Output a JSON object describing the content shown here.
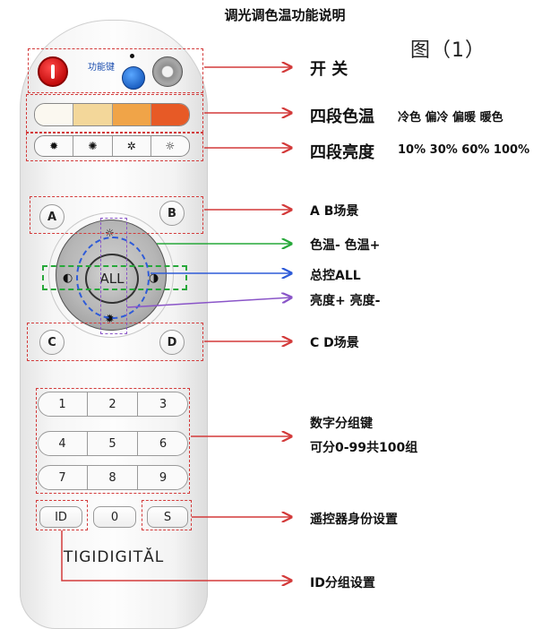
{
  "title": "调光调色温功能说明",
  "figure_label": "图（1）",
  "remote": {
    "function_key_label": "功能键",
    "brand": "TIGIDIGITĂL",
    "btn_A": "A",
    "btn_B": "B",
    "btn_C": "C",
    "btn_D": "D",
    "center": "ALL",
    "num_keys": [
      "1",
      "2",
      "3",
      "4",
      "5",
      "6",
      "7",
      "8",
      "9"
    ],
    "id_key": "ID",
    "zero_key": "0",
    "s_key": "S",
    "color_swatches": [
      "#fbf8f0",
      "#f3d79a",
      "#f0a448",
      "#e75a26"
    ]
  },
  "annotations": {
    "power_main": "开 关",
    "temp_main": "四段色温",
    "temp_detail": "冷色 偏冷 偏暖 暖色",
    "bright_main": "四段亮度",
    "bright_detail": "10% 30% 60% 100%",
    "ab_scene": "A B场景",
    "color_temp": "色温-  色温+",
    "master": "总控ALL",
    "brightness": "亮度+ 亮度-",
    "cd_scene": "C D场景",
    "numeric_line1": "数字分组键",
    "numeric_line2": "可分0-99共100组",
    "identity": "遥控器身份设置",
    "id_group": "ID分组设置"
  },
  "colors": {
    "annotation_red": "#d33a3a",
    "annotation_green": "#27a83a",
    "annotation_blue": "#2e5bd8",
    "annotation_purple": "#8a55c8",
    "power_red": "#d91c1c",
    "function_blue": "#2272d6"
  }
}
